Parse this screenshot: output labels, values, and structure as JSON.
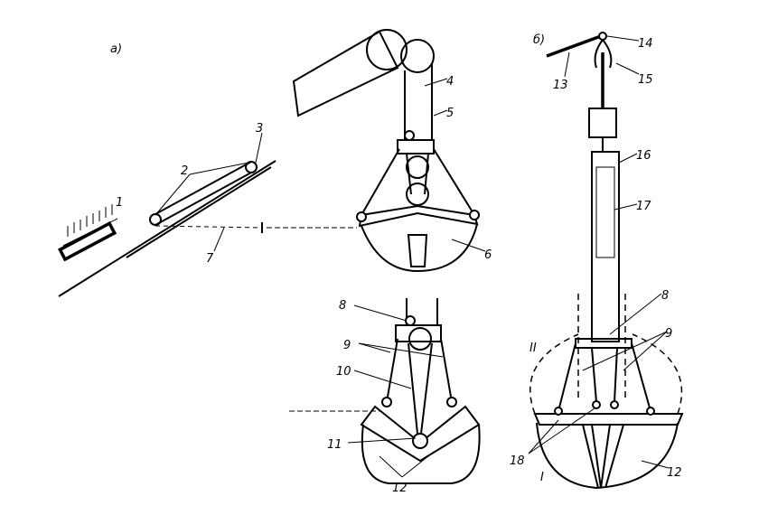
{
  "labels": {
    "panel_a": "а)",
    "panel_b": "б)",
    "a1": "1",
    "a2": "2",
    "a3": "3",
    "a4": "4",
    "a5": "5",
    "a6": "6",
    "a7": "7",
    "a8": "8",
    "a9": "9",
    "a10": "10",
    "a11": "11",
    "a12": "12",
    "b13": "13",
    "b14": "14",
    "b15": "15",
    "b16": "16",
    "b17": "17",
    "b8": "8",
    "b9": "9",
    "b18": "18",
    "b12": "12",
    "roman2": "II",
    "roman1": "I"
  }
}
